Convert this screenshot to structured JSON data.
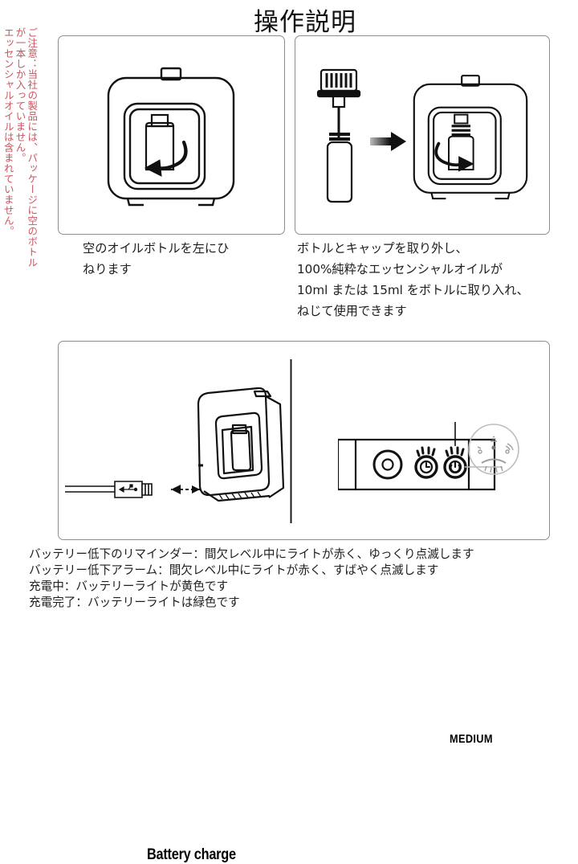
{
  "document": {
    "title": "操作説明"
  },
  "warning": {
    "color": "#c9555f",
    "columns": [
      "ご注意：当社の製品には、パッケージに空のボトル",
      "が一本しか入っていません。",
      "エッセンシャルオイルは含まれていません。"
    ]
  },
  "steps": [
    {
      "id": "step1",
      "caption_lines": [
        "空のオイルボトルを左にひ",
        "ねります"
      ],
      "figure": "diffuser-bottle-twist-left"
    },
    {
      "id": "step2",
      "caption_lines": [
        "ボトルとキャップを取り外し、",
        "100%純粋なエッセンシャルオイルが",
        "10ml または 15ml をボトルに取り入れ、",
        "ねじて使用できます"
      ],
      "figure": "bottle-cap-removed-arrow-diffuser"
    }
  ],
  "battery_panel": {
    "charge_label": "Battery charge",
    "medium_label": "MEDIUM",
    "left_figure": "diffuser-usb-charging",
    "right_figure": "control-panel-indicators"
  },
  "notes": [
    "バッテリー低下のリマインダー：間欠レベル中にライトが赤く、ゆっくり点滅します",
    "バッテリー低下アラーム：間欠レベル中にライトが赤く、すばやく点滅します",
    "充電中：バッテリーライトが黄色です",
    "充電完了：バッテリーライトは緑色です"
  ]
}
